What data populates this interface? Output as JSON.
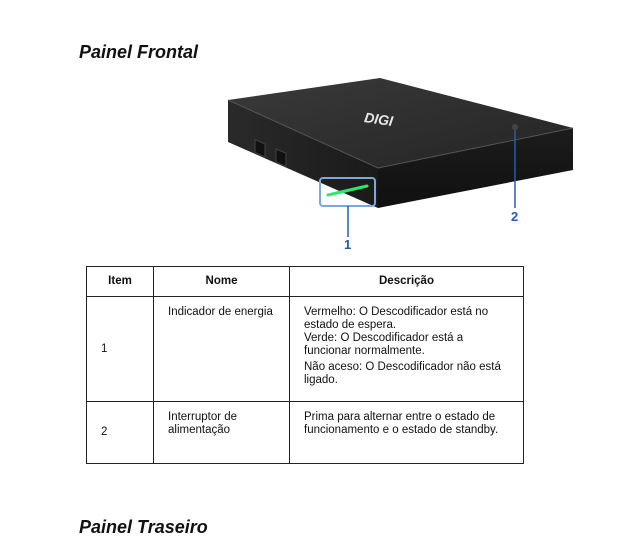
{
  "front_panel": {
    "title": "Painel Frontal"
  },
  "rear_panel": {
    "title": "Painel Traseiro"
  },
  "device": {
    "brand_logo": "DIGI",
    "led_color": "#2ee86b"
  },
  "callouts": [
    "1",
    "2"
  ],
  "table": {
    "headers": [
      "Item",
      "Nome",
      "Descrição"
    ],
    "rows": [
      {
        "item": "1",
        "name": "Indicador de energia",
        "desc": [
          "Vermelho: O Descodificador está no estado de espera.",
          "Verde: O Descodificador está a funcionar normalmente.",
          "Não aceso: O Descodificador não está ligado."
        ]
      },
      {
        "item": "2",
        "name": "Interruptor de alimentação",
        "desc": [
          "Prima para alternar entre o estado de funcionamento e o estado de standby."
        ]
      }
    ]
  },
  "colors": {
    "callout": "#2a5ba5",
    "device_body": "#2b2b2b"
  }
}
